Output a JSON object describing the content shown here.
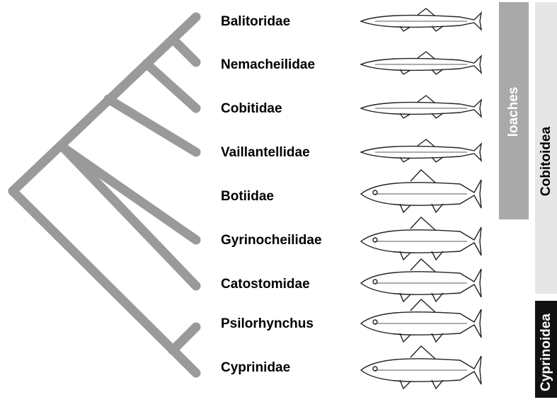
{
  "taxa": [
    {
      "name": "Balitoridae"
    },
    {
      "name": "Nemacheilidae"
    },
    {
      "name": "Cobitidae"
    },
    {
      "name": "Vaillantellidae"
    },
    {
      "name": "Botiidae"
    },
    {
      "name": "Gyrinocheilidae"
    },
    {
      "name": "Catostomidae"
    },
    {
      "name": "Psilorhynchus"
    },
    {
      "name": "Cyprinidae"
    }
  ],
  "groups": {
    "loaches": {
      "label": "loaches",
      "color": "#a9a9a9",
      "text_color": "#ffffff"
    },
    "cobitoidea": {
      "label": "Cobitoidea",
      "color": "#e6e6e6",
      "text_color": "#000000"
    },
    "cyprinoidea": {
      "label": "Cyprinoidea",
      "color": "#111111",
      "text_color": "#ffffff"
    }
  },
  "colors": {
    "tree": "#9a9a9a",
    "fish_outline": "#222222"
  }
}
